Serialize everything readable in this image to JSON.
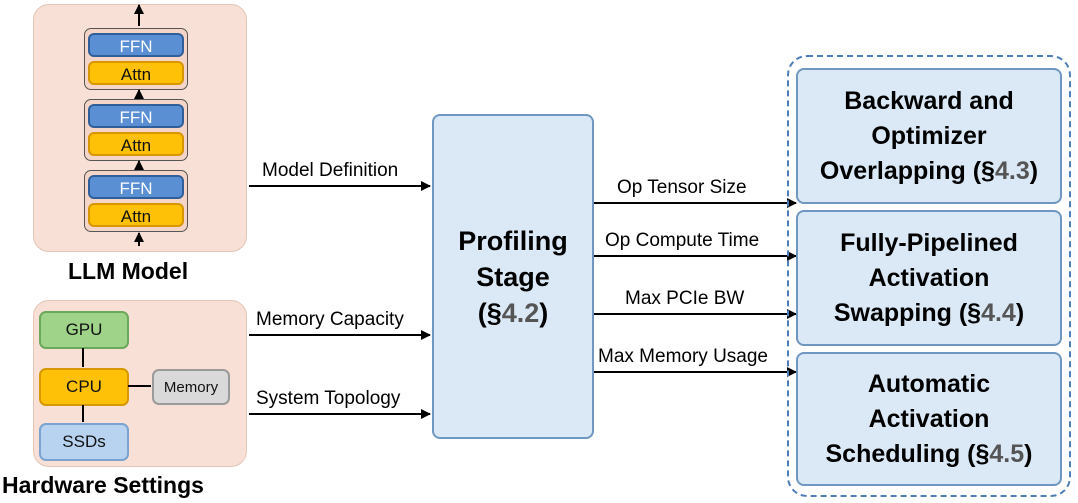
{
  "llm_model": {
    "title": "LLM Model",
    "layers": [
      {
        "ffn": "FFN",
        "attn": "Attn"
      },
      {
        "ffn": "FFN",
        "attn": "Attn"
      },
      {
        "ffn": "FFN",
        "attn": "Attn"
      }
    ]
  },
  "hardware": {
    "title": "Hardware Settings",
    "gpu": "GPU",
    "cpu": "CPU",
    "memory": "Memory",
    "ssds": "SSDs"
  },
  "inputs": {
    "model_definition": "Model Definition",
    "memory_capacity": "Memory Capacity",
    "system_topology": "System Topology"
  },
  "profiling": {
    "line1": "Profiling",
    "line2": "Stage",
    "line3_prefix": "(§",
    "line3_sec": "4.2",
    "line3_suffix": ")"
  },
  "outputs": {
    "op_tensor_size": "Op Tensor Size",
    "op_compute_time": "Op Compute Time",
    "max_pcie_bw": "Max PCIe BW",
    "max_memory_usage": "Max Memory Usage"
  },
  "techniques": [
    {
      "line1": "Backward and",
      "line2": "Optimizer",
      "line3": "Overlapping (§",
      "sec": "4.3",
      "close": ")"
    },
    {
      "line1": "Fully-Pipelined",
      "line2": "Activation",
      "line3": "Swapping (§",
      "sec": "4.4",
      "close": ")"
    },
    {
      "line1": "Automatic",
      "line2": "Activation",
      "line3": "Scheduling (§",
      "sec": "4.5",
      "close": ")"
    }
  ],
  "colors": {
    "panel_bg": "#f8e0d6",
    "ffn": "#5b8fd4",
    "attn": "#ffc107",
    "gpu": "#9fd38a",
    "memory": "#d9d9d9",
    "ssd": "#b7d3ef",
    "stage_bg": "#dbe8f5",
    "dashed_border": "#4d7eb8"
  }
}
